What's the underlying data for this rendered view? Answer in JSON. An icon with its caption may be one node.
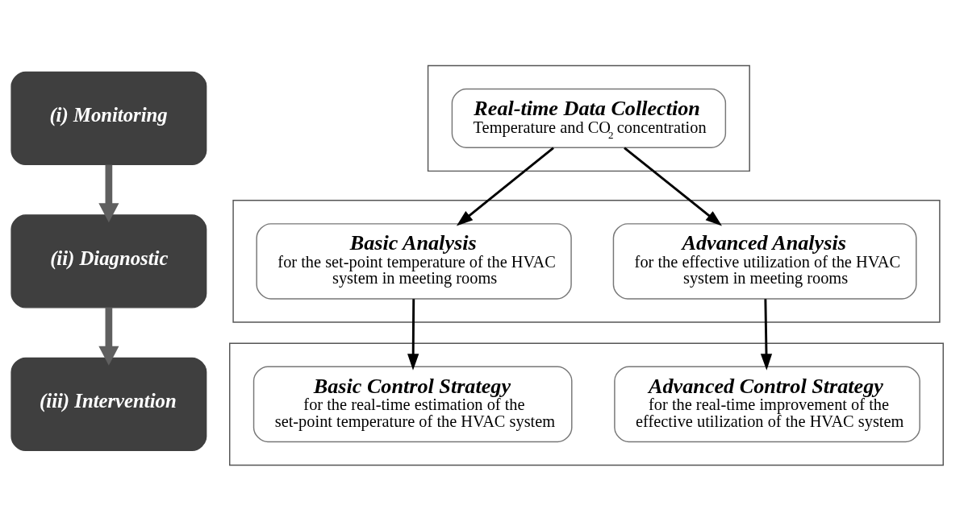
{
  "diagram": {
    "nodes": [
      {
        "text": [
          "(i) Monitoring"
        ]
      },
      {
        "text": [],
        "shape": "box"
      },
      {
        "text": [
          "Real-time Data Collection",
          "Temperature and CO$_{2}$ concentration"
        ],
        "in": 1
      },
      {
        "text": [
          "(ii) Diagnostic"
        ]
      },
      {
        "text": [],
        "shape": "box"
      },
      {
        "text": [
          "Basic Analysis",
          "for the set-point temperature of the HVAC system in meeting rooms"
        ],
        "in": 4
      },
      {
        "text": [
          "Advanced Analysis",
          "for the effective utilization of the HVAC system in meeting rooms"
        ],
        "in": 4
      },
      {
        "text": [
          "(iii) Intervention"
        ]
      },
      {
        "text": [],
        "shape": "box"
      },
      {
        "text": [
          "Basic Control Strategy",
          "for the real-time estimation of the set-point temperature of the HVAC system"
        ],
        "in": 8
      },
      {
        "text": [
          "Advanced Control Strategy",
          "for the real-time improvement of the effective utilization of the HVAC system"
        ],
        "in": 8
      }
    ],
    "edges": [
      {
        "from": 0,
        "to": 3,
        "arrow": "to",
        "style": "thick",
        "color": "#5f5f5f"
      },
      {
        "from": 3,
        "to": 7,
        "arrow": "to",
        "style": "thick",
        "color": "#5f5f5f"
      },
      {
        "from": 2,
        "to": 5,
        "arrow": "to"
      },
      {
        "from": 2,
        "to": 6,
        "arrow": "to"
      },
      {
        "from": 5,
        "to": 9,
        "arrow": "to"
      },
      {
        "from": 6,
        "to": 10,
        "arrow": "to"
      }
    ]
  }
}
